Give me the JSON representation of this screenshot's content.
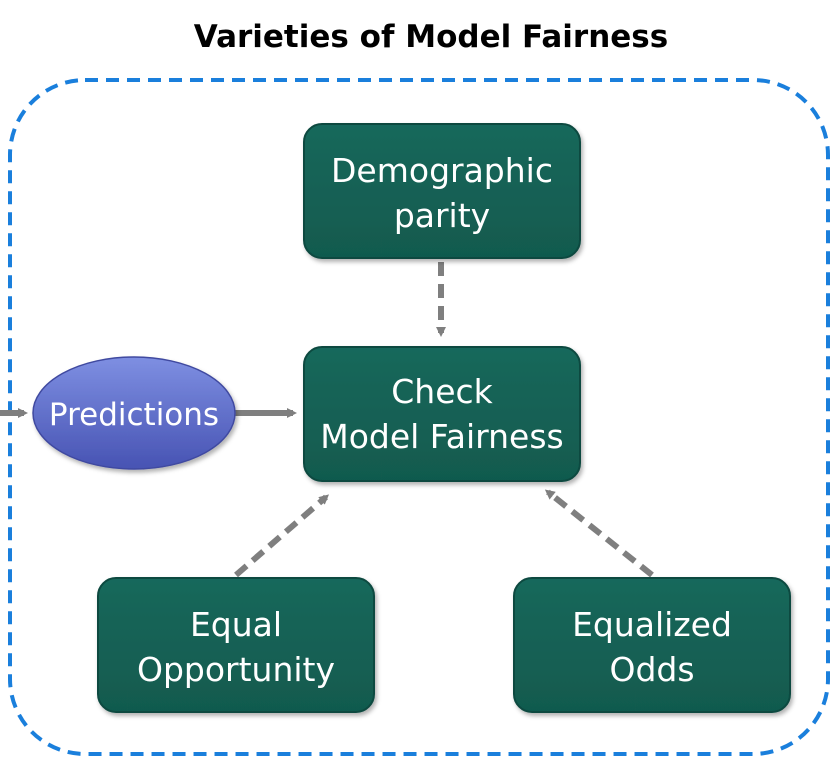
{
  "title": "Varieties of Model Fairness",
  "colors": {
    "box_fill": "#135e52",
    "box_border": "#0c4a40",
    "oval_fill_top": "#7b8be0",
    "oval_fill_bottom": "#4a56b5",
    "arrow": "#7f7f7f",
    "dashed_border": "#1a7fdc"
  },
  "nodes": {
    "demographic_parity": {
      "line1": "Demographic",
      "line2": "parity"
    },
    "check_model_fairness": {
      "line1": "Check",
      "line2": "Model Fairness"
    },
    "equal_opportunity": {
      "line1": "Equal",
      "line2": "Opportunity"
    },
    "equalized_odds": {
      "line1": "Equalized",
      "line2": "Odds"
    },
    "predictions": {
      "label": "Predictions"
    }
  }
}
